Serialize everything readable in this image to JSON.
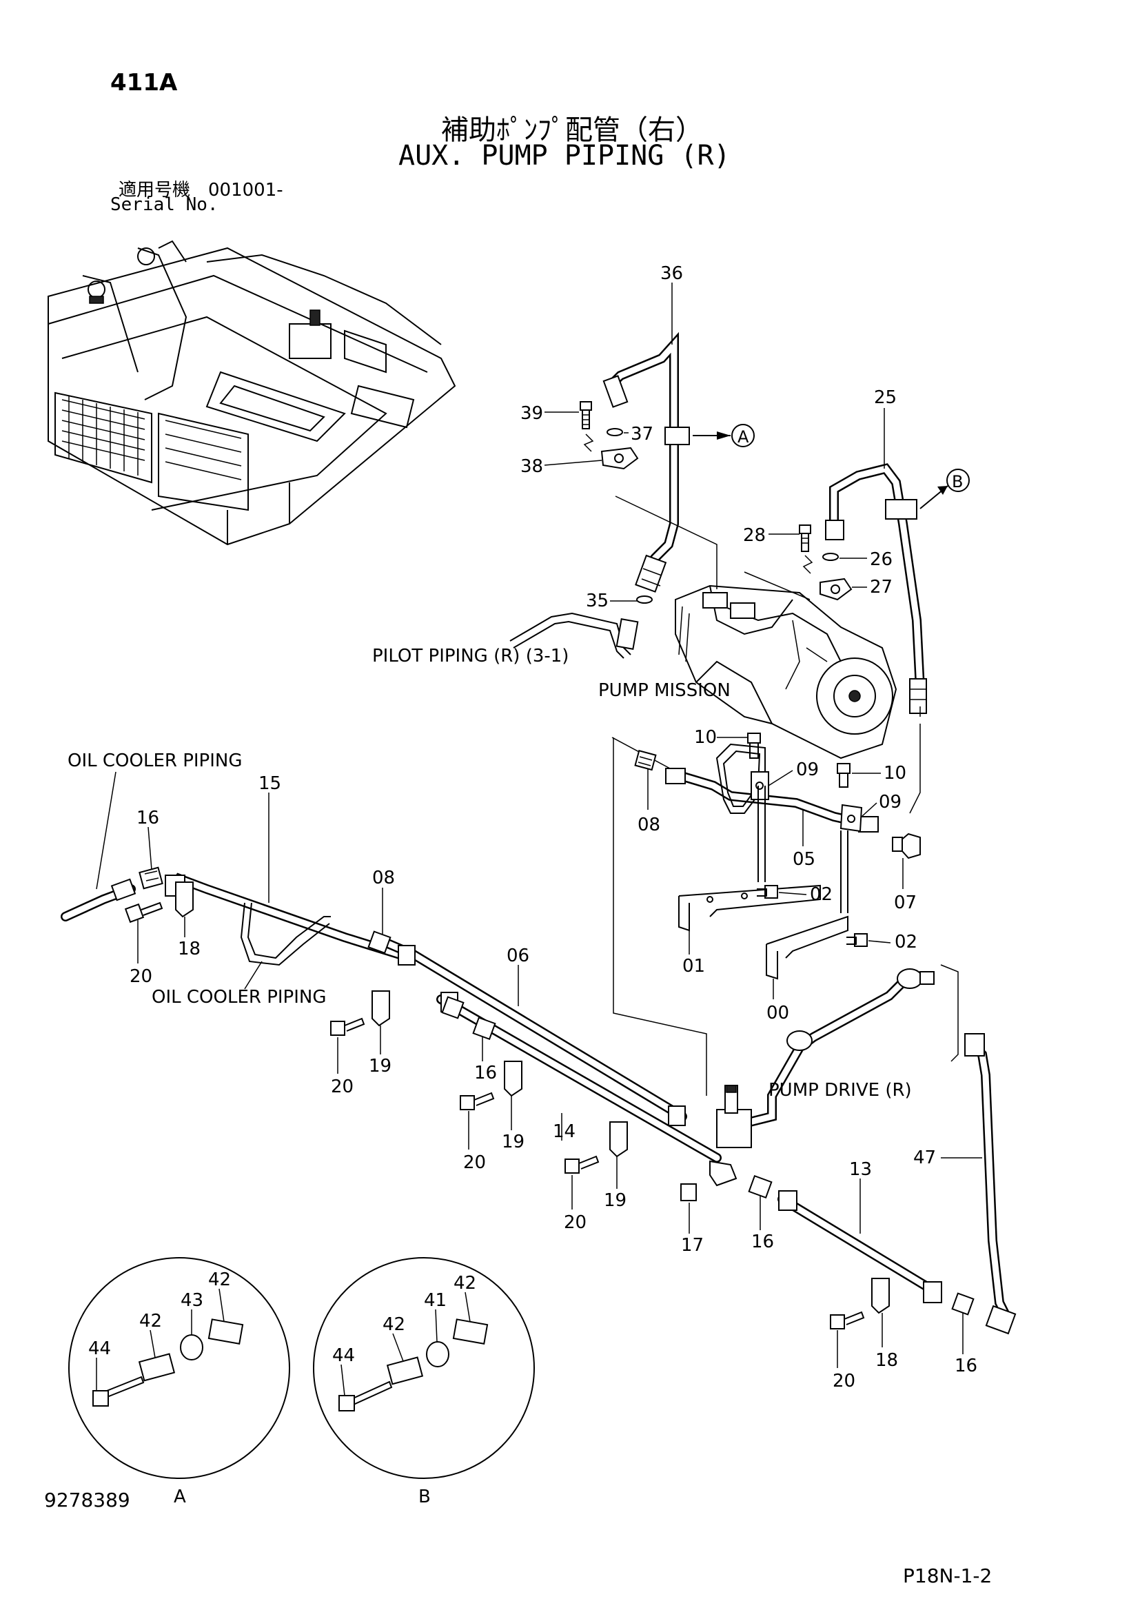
{
  "header": {
    "page_code": "411A",
    "title_jp": "補助ﾎﾟﾝﾌﾟ配管（右）",
    "title_en": "AUX. PUMP PIPING (R)",
    "serial_label_jp": "適用号機　001001-",
    "serial_label_en": "Serial No."
  },
  "footer": {
    "doc_number": "9278389",
    "sheet_id": "P18N-1-2"
  },
  "labels": {
    "pilot_piping": "PILOT PIPING (R) (3-1)",
    "pump_mission": "PUMP MISSION",
    "oil_cooler_piping_top": "OIL COOLER PIPING",
    "oil_cooler_piping_mid": "OIL COOLER PIPING",
    "pump_drive": "PUMP DRIVE (R)",
    "detail_a": "A",
    "detail_b": "B",
    "callout_a": "A",
    "callout_b": "B"
  },
  "part_numbers": {
    "p36": "36",
    "p39": "39",
    "p37": "37",
    "p38": "38",
    "p25": "25",
    "p28": "28",
    "p26": "26",
    "p27": "27",
    "p35": "35",
    "p10a": "10",
    "p10b": "10",
    "p09a": "09",
    "p09b": "09",
    "p08a": "08",
    "p05": "05",
    "p07": "07",
    "p02a": "02",
    "p02b": "02",
    "p01": "01",
    "p00": "00",
    "p16a": "16",
    "p15": "15",
    "p20a": "20",
    "p18a": "18",
    "p08b": "08",
    "p06": "06",
    "p20b": "20",
    "p19a": "19",
    "p16b": "16",
    "p20c": "20",
    "p19b": "19",
    "p14": "14",
    "p20d": "20",
    "p19c": "19",
    "p17": "17",
    "p16c": "16",
    "p13": "13",
    "p47": "47",
    "p20e": "20",
    "p18b": "18",
    "p16d": "16",
    "a44": "44",
    "a42a": "42",
    "a43": "43",
    "a42b": "42",
    "b44": "44",
    "b42a": "42",
    "b41": "41",
    "b42b": "42"
  }
}
